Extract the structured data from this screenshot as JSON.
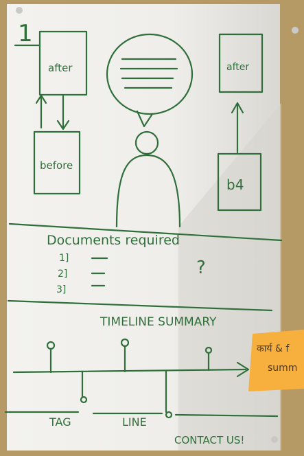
{
  "sheet": {
    "number": "1",
    "panel_after_left": "after",
    "panel_before_left": "before",
    "panel_after_right": "after",
    "panel_before_right": "b4"
  },
  "documents": {
    "heading": "Documents required",
    "items": [
      "1]",
      "2]",
      "3]"
    ],
    "question_mark": "?"
  },
  "timeline": {
    "heading": "TIMELINE SUMMARY",
    "tag": "TAG",
    "line": "LINE"
  },
  "contact": "CONTACT US!",
  "sticky_note": {
    "line1": "कार्य & f",
    "line2": "summ"
  },
  "colors": {
    "ink": "#2f6f3a",
    "paper": "#f0efeb",
    "sticky": "#f7b03d",
    "board": "#b69a66"
  }
}
